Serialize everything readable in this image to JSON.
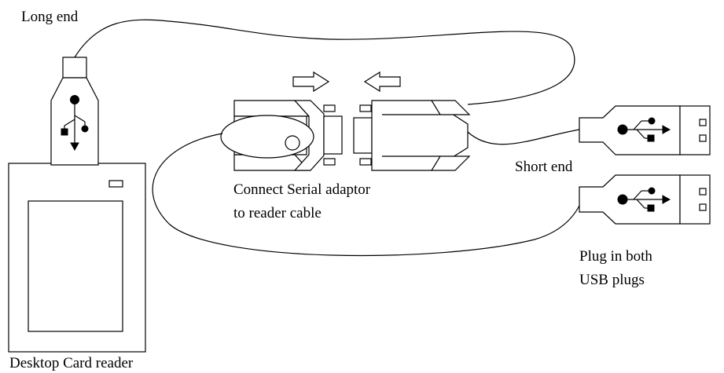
{
  "labels": {
    "long_end": "Long end",
    "short_end": "Short end",
    "connect_line1": "Connect Serial adaptor",
    "connect_line2": "to reader cable",
    "plug_line1": "Plug in both",
    "plug_line2": "USB plugs",
    "reader": "Desktop Card reader"
  },
  "icons": [
    "usb-plug-icon",
    "usb-symbol-icon",
    "arrow-right-icon",
    "arrow-left-icon",
    "serial-connector-icon"
  ]
}
